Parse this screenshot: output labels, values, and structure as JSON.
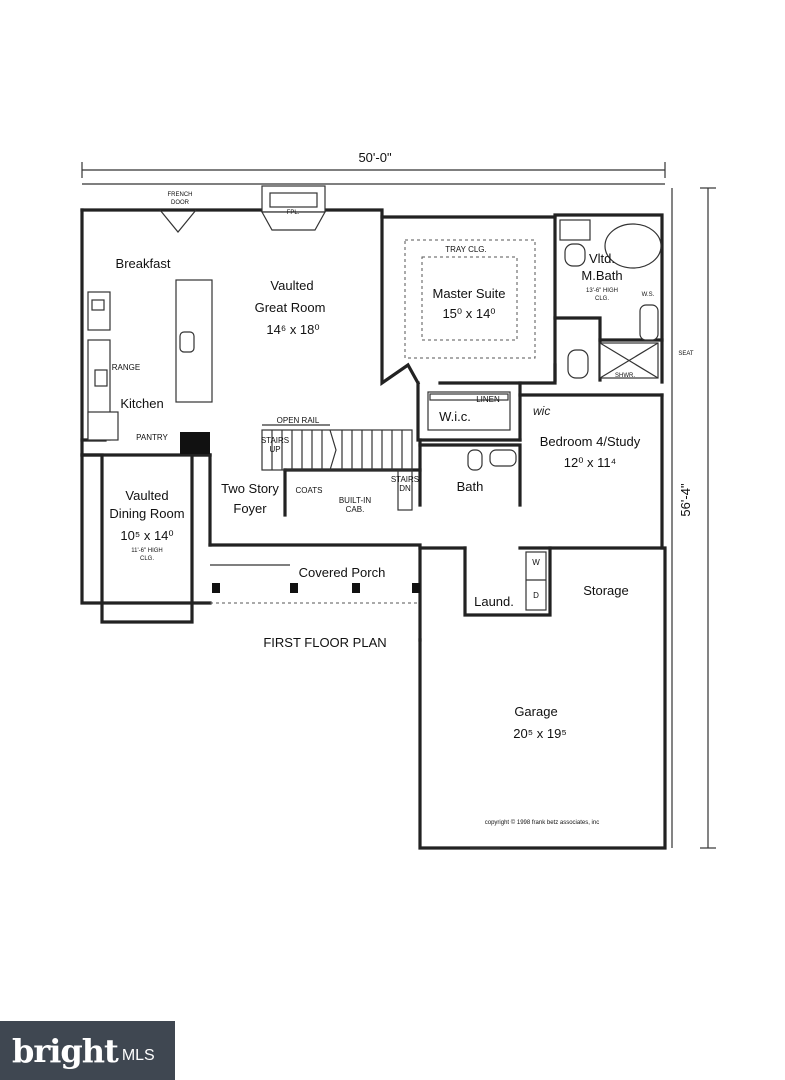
{
  "plan": {
    "title": "FIRST FLOOR PLAN",
    "dim_width": "50'-0\"",
    "dim_depth": "56'-4\"",
    "copyright": "copyright © 1998 frank betz associates, inc"
  },
  "rooms": {
    "breakfast": "Breakfast",
    "great_room": [
      "Vaulted",
      "Great Room",
      "14⁶ x 18⁰"
    ],
    "master_suite": [
      "Master Suite",
      "15⁰ x 14⁰"
    ],
    "master_bath": [
      "Vltd.",
      "M.Bath"
    ],
    "kitchen": "Kitchen",
    "dining": [
      "Vaulted",
      "Dining Room",
      "10⁵ x 14⁰"
    ],
    "foyer": [
      "Two Story",
      "Foyer"
    ],
    "wic": "W.i.c.",
    "bedroom4": [
      "Bedroom 4/Study",
      "12⁰ x 11⁴"
    ],
    "bath": "Bath",
    "porch": "Covered Porch",
    "laundry": "Laund.",
    "storage": "Storage",
    "garage": [
      "Garage",
      "20⁵ x 19⁵"
    ]
  },
  "notes": {
    "french_door": [
      "FRENCH",
      "DOOR"
    ],
    "fireplace": "FPL.",
    "tray_ceiling": "TRAY CLG.",
    "bath_ceiling": [
      "13'-6\" HIGH",
      "CLG."
    ],
    "ws": [
      "W.S."
    ],
    "seat": "SEAT",
    "shower": "SHWR.",
    "linen": "LINEN",
    "range": "RANGE",
    "pantry": "PANTRY",
    "open_rail": "OPEN RAIL",
    "stairs_up": [
      "STAIRS",
      "UP"
    ],
    "coats": "COATS",
    "built_in": [
      "BUILT-IN",
      "CAB."
    ],
    "stairs_down": [
      "STAIRS",
      "DN"
    ],
    "dining_ceiling": [
      "11'-6\" HIGH",
      "CLG."
    ],
    "laundry_w": "W",
    "laundry_d": "D",
    "handwritten_wic": "wic"
  },
  "watermark": {
    "brand": "bright",
    "suffix": "MLS"
  }
}
